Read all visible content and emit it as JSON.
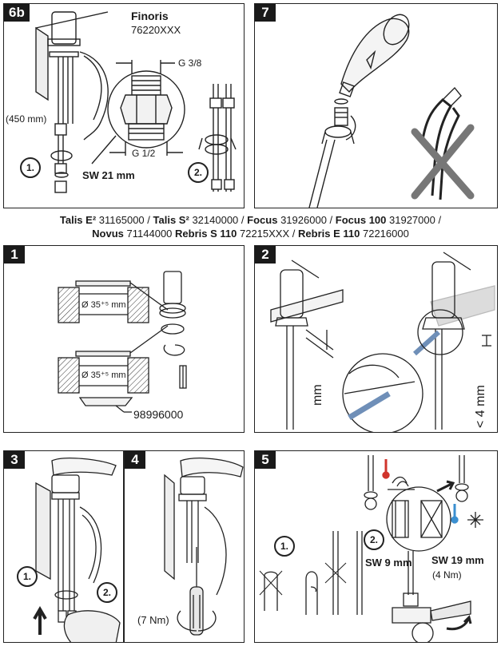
{
  "panel_6b": {
    "step": "6b",
    "product_name": "Finoris",
    "product_code": "76220XXX",
    "thread_top": "G 3/8",
    "thread_bottom": "G 1/2",
    "hose_length": "(450 mm)",
    "wrench_size": "SW 21 mm",
    "sub1": "1.",
    "sub2": "2."
  },
  "panel_7": {
    "step": "7"
  },
  "models": {
    "line1": [
      {
        "name": "Talis E²",
        "code": "31165000"
      },
      {
        "name": "Talis S²",
        "code": "32140000"
      },
      {
        "name": "Focus",
        "code": "31926000"
      },
      {
        "name": "Focus 100",
        "code": "31927000"
      }
    ],
    "line2": [
      {
        "name": "Novus",
        "code": "71144000"
      },
      {
        "name": "Rebris S 110",
        "code": "72215XXX"
      },
      {
        "name": "Rebris E 110",
        "code": "72216000"
      }
    ],
    "separator": "/"
  },
  "panel_1": {
    "step": "1",
    "diameter_top": "Ø 35⁺⁵ mm",
    "diameter_bottom": "Ø 35⁺⁵ mm",
    "part_number": "98996000"
  },
  "panel_2": {
    "step": "2",
    "clearance_label_left": "mm",
    "clearance_label_right": "< 4 mm"
  },
  "panel_3": {
    "step": "3",
    "sub1": "1.",
    "sub2": "2."
  },
  "panel_4": {
    "step": "4",
    "torque": "(7 Nm)"
  },
  "panel_5": {
    "step": "5",
    "sub1": "1.",
    "sub2": "2.",
    "wrench_small": "SW 9 mm",
    "wrench_large": "SW 19 mm",
    "torque": "(4 Nm)"
  },
  "colors": {
    "line": "#222222",
    "hot": "#d0342c",
    "cold": "#3a8fd0",
    "strap": "#6f8fb8"
  }
}
